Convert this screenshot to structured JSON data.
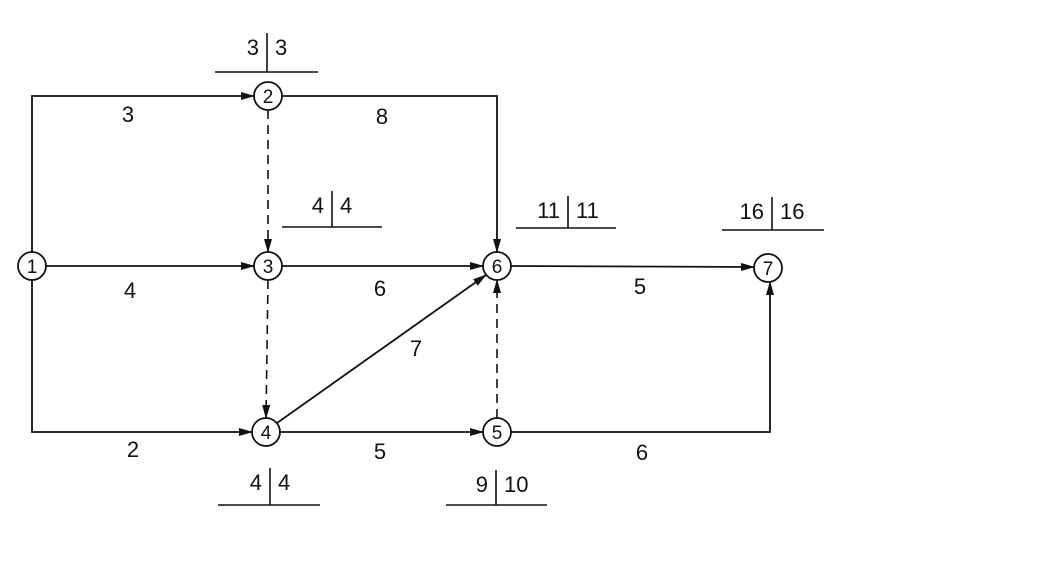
{
  "diagram": {
    "type": "activity-on-arrow network",
    "nodes": [
      {
        "id": "1",
        "label": "1"
      },
      {
        "id": "2",
        "label": "2",
        "times": [
          "3",
          "3"
        ]
      },
      {
        "id": "3",
        "label": "3",
        "times": [
          "4",
          "4"
        ]
      },
      {
        "id": "4",
        "label": "4",
        "times": [
          "4",
          "4"
        ]
      },
      {
        "id": "5",
        "label": "5",
        "times": [
          "9",
          "10"
        ]
      },
      {
        "id": "6",
        "label": "6",
        "times": [
          "11",
          "11"
        ]
      },
      {
        "id": "7",
        "label": "7",
        "times": [
          "16",
          "16"
        ]
      }
    ],
    "edges": [
      {
        "from": "1",
        "to": "2",
        "duration": "3",
        "dummy": false
      },
      {
        "from": "1",
        "to": "3",
        "duration": "4",
        "dummy": false
      },
      {
        "from": "1",
        "to": "4",
        "duration": "2",
        "dummy": false
      },
      {
        "from": "2",
        "to": "6",
        "duration": "8",
        "dummy": false
      },
      {
        "from": "2",
        "to": "3",
        "duration": "",
        "dummy": true
      },
      {
        "from": "3",
        "to": "6",
        "duration": "6",
        "dummy": false
      },
      {
        "from": "3",
        "to": "4",
        "duration": "",
        "dummy": true
      },
      {
        "from": "4",
        "to": "6",
        "duration": "7",
        "dummy": false
      },
      {
        "from": "4",
        "to": "5",
        "duration": "5",
        "dummy": false
      },
      {
        "from": "5",
        "to": "6",
        "duration": "",
        "dummy": true
      },
      {
        "from": "6",
        "to": "7",
        "duration": "5",
        "dummy": false
      },
      {
        "from": "5",
        "to": "7",
        "duration": "6",
        "dummy": false
      }
    ]
  }
}
